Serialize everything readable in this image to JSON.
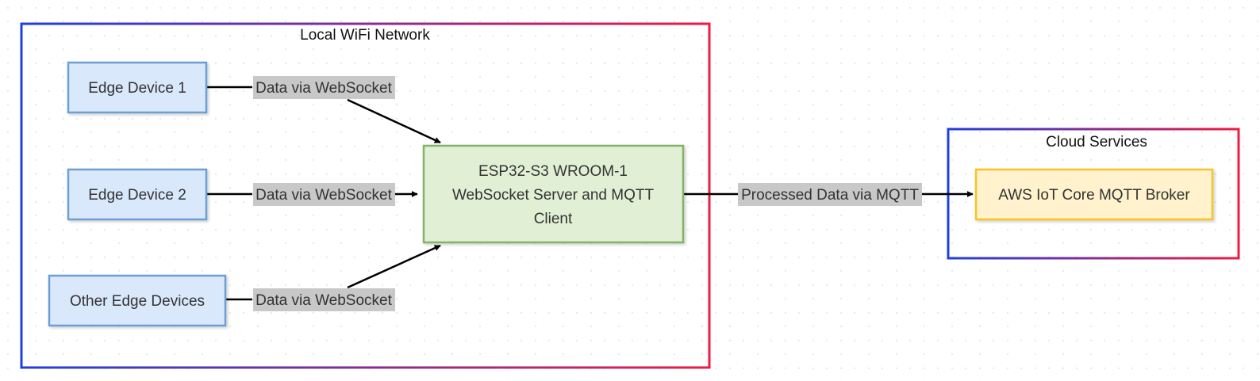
{
  "diagram": {
    "groups": {
      "local": {
        "label": "Local WiFi Network"
      },
      "cloud": {
        "label": "Cloud Services"
      }
    },
    "nodes": {
      "edge1": {
        "label": "Edge Device 1"
      },
      "edge2": {
        "label": "Edge Device 2"
      },
      "edgeOther": {
        "label": "Other Edge Devices"
      },
      "esp32": {
        "lines": [
          "ESP32-S3 WROOM-1",
          "WebSocket Server and MQTT",
          "Client"
        ]
      },
      "aws": {
        "label": "AWS IoT Core MQTT Broker"
      }
    },
    "edges": {
      "e1": {
        "label": "Data via WebSocket"
      },
      "e2": {
        "label": "Data via WebSocket"
      },
      "e3": {
        "label": "Data via WebSocket"
      },
      "e4": {
        "label": "Processed Data via MQTT"
      }
    },
    "colors": {
      "edge_node_fill": "#dae8fc",
      "edge_node_stroke": "#6c9fd4",
      "esp_fill": "#e1f0d5",
      "esp_stroke": "#82b366",
      "aws_fill": "#fff2cc",
      "aws_stroke": "#f7c325",
      "group_gradient_start": "#1f3fe0",
      "group_gradient_end": "#ef1b43",
      "edge_label_bg": "#c8c8c8",
      "connector": "#000000",
      "grid_dot": "#dcefef"
    }
  }
}
